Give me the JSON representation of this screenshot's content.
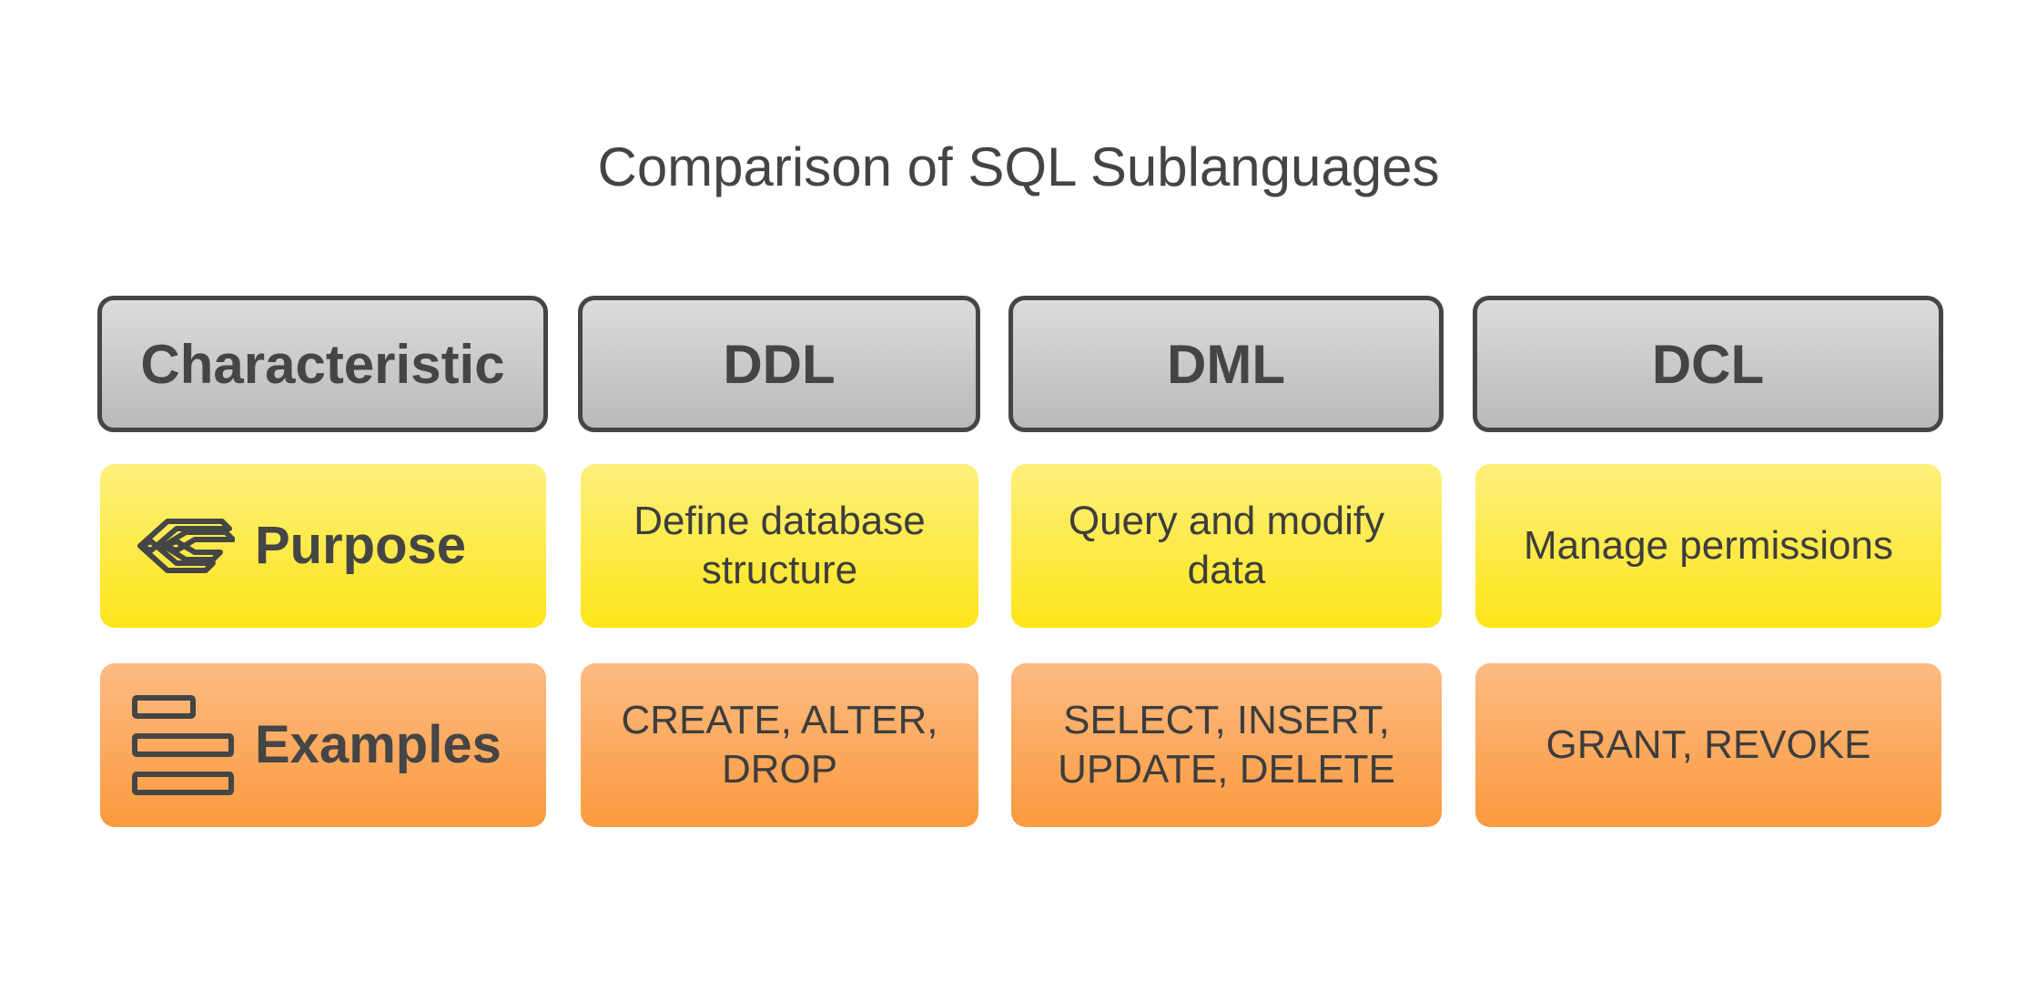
{
  "title": "Comparison of SQL Sublanguages",
  "headers": {
    "characteristic": "Characteristic",
    "ddl": "DDL",
    "dml": "DML",
    "dcl": "DCL"
  },
  "rows": {
    "purpose": {
      "label": "Purpose",
      "icon": "double-chevron-arrows-icon",
      "ddl": "Define database structure",
      "dml": "Query and modify data",
      "dcl": "Manage permissions"
    },
    "examples": {
      "label": "Examples",
      "icon": "stacked-bars-icon",
      "ddl": "CREATE, ALTER, DROP",
      "dml": "SELECT, INSERT, UPDATE, DELETE",
      "dcl": "GRANT, REVOKE"
    }
  },
  "colors": {
    "header_fill": "#c8c8c8",
    "header_border": "#454545",
    "purpose_fill": "#fde518",
    "examples_fill": "#fb9a3e",
    "text": "#444444"
  }
}
